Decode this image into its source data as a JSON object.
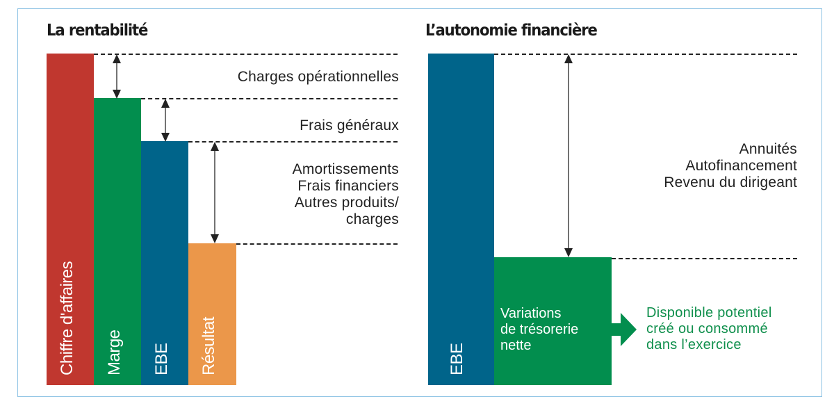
{
  "colors": {
    "red": "#c0372f",
    "green": "#028e4e",
    "blue": "#00648a",
    "orange": "#eb974a",
    "frame": "#8ec3e4",
    "green_text": "#0f8f4c"
  },
  "left_panel": {
    "title": "La rentabilité",
    "bars": [
      {
        "label": "Chiffre d'affaires",
        "color": "red"
      },
      {
        "label": "Marge",
        "color": "green"
      },
      {
        "label": "EBE",
        "color": "blue"
      },
      {
        "label": "Résultat",
        "color": "orange"
      }
    ],
    "gaps": [
      {
        "lines": [
          "Charges opérationnelles"
        ]
      },
      {
        "lines": [
          "Frais généraux"
        ]
      },
      {
        "lines": [
          "Amortissements",
          "Frais financiers",
          "Autres produits/",
          "charges"
        ]
      }
    ]
  },
  "right_panel": {
    "title": "L’autonomie financière",
    "bars": [
      {
        "label": "EBE",
        "color": "blue"
      },
      {
        "lines": [
          "Variations",
          "de trésorerie",
          "nette"
        ],
        "color": "green"
      }
    ],
    "gap": {
      "lines": [
        "Annuités",
        "Autofinancement",
        "Revenu du dirigeant"
      ]
    },
    "outcome": {
      "lines": [
        "Disponible potentiel",
        "créé ou consommé",
        "dans l’exercice"
      ]
    }
  },
  "chart_data": [
    {
      "type": "waterfall",
      "title": "La rentabilité",
      "categories": [
        "Chiffre d'affaires",
        "Marge",
        "EBE",
        "Résultat"
      ],
      "values": [
        100,
        87,
        74,
        43
      ],
      "deductions": [
        "Charges opérationnelles",
        "Frais généraux",
        "Amortissements / Frais financiers / Autres produits/charges"
      ],
      "note": "Relative heights estimated from pixels; no axis shown"
    },
    {
      "type": "waterfall",
      "title": "L’autonomie financière",
      "categories": [
        "EBE",
        "Variations de trésorerie nette"
      ],
      "values": [
        100,
        38
      ],
      "deductions": [
        "Annuités / Autofinancement / Revenu du dirigeant"
      ],
      "annotation": "Disponible potentiel créé ou consommé dans l’exercice",
      "note": "Relative heights estimated from pixels; no axis shown"
    }
  ]
}
